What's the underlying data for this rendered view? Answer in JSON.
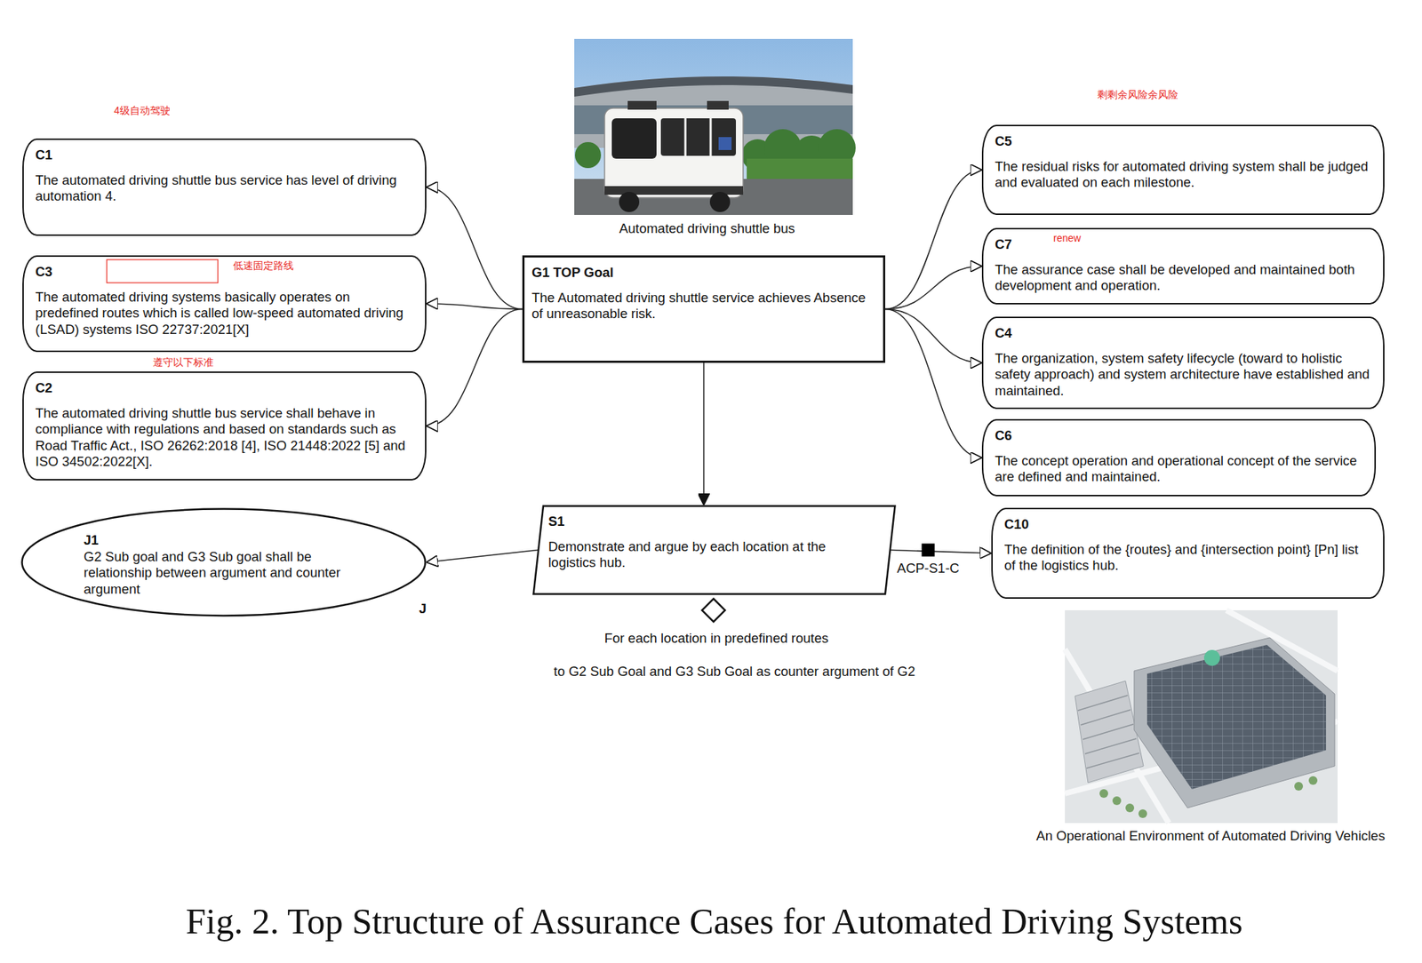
{
  "diagram": {
    "caption": "Fig. 2. Top Structure of Assurance Cases for Automated Driving Systems",
    "nodes": [
      {
        "text": [
          "C1",
          "The automated driving shuttle bus service has level of driving automation 4."
        ]
      },
      {
        "text": [
          "C3",
          "The automated driving systems basically operates on predefined routes which is called low-speed automated driving (LSAD) systems ISO 22737:2021[X]"
        ]
      },
      {
        "text": [
          "C2",
          "The automated driving shuttle bus service shall behave in compliance with regulations and based on standards such as Road Traffic Act., ISO 26262:2018 [4], ISO 21448:2022 [5] and ISO 34502:2022[X]."
        ]
      },
      {
        "text": [
          "G1 TOP Goal",
          "The Automated driving shuttle service achieves Absence of unreasonable risk."
        ]
      },
      {
        "text": [
          "C5",
          "The residual risks for automated driving system shall be judged and evaluated on each milestone."
        ]
      },
      {
        "text": [
          "C7",
          "The assurance case shall be developed and maintained both development and operation."
        ]
      },
      {
        "text": [
          "C4",
          "The organization, system safety lifecycle (toward to holistic safety approach) and system architecture have established and maintained."
        ]
      },
      {
        "text": [
          "C6",
          "The concept operation and operational concept of the service are defined and maintained."
        ]
      },
      {
        "text": [
          "S1",
          "Demonstrate and argue by each location at the logistics hub."
        ]
      },
      {
        "text": [
          "J1",
          "G2 Sub goal and G3 Sub goal shall be relationship between argument and counter argument",
          "J"
        ]
      },
      {
        "text": [
          "C10",
          "The definition of the {routes} and {intersection point} [Pn] list of the logistics hub."
        ]
      }
    ],
    "edges": [
      {
        "from": 3,
        "to": 0,
        "arrow": "to"
      },
      {
        "from": 3,
        "to": 1,
        "arrow": "to"
      },
      {
        "from": 3,
        "to": 2,
        "arrow": "to"
      },
      {
        "from": 3,
        "to": 4,
        "arrow": "to"
      },
      {
        "from": 3,
        "to": 5,
        "arrow": "to"
      },
      {
        "from": 3,
        "to": 6,
        "arrow": "to"
      },
      {
        "from": 3,
        "to": 7,
        "arrow": "to"
      },
      {
        "from": 3,
        "to": 8,
        "arrow": "to"
      },
      {
        "from": 8,
        "to": 9,
        "arrow": "to"
      },
      {
        "from": 8,
        "to": 10,
        "label": "ACP-S1-C",
        "arrow": "to"
      }
    ],
    "labels": [
      "4级自动驾驶",
      "低速固定路线",
      "遵守以下标准",
      "Automated driving shuttle bus",
      "剩剩余风险余风险",
      "renew",
      "For each location in predefined routes",
      "to G2 Sub Goal and G3 Sub Goal as counter argument of G2",
      "An Operational Environment of Automated Driving Vehicles"
    ]
  }
}
